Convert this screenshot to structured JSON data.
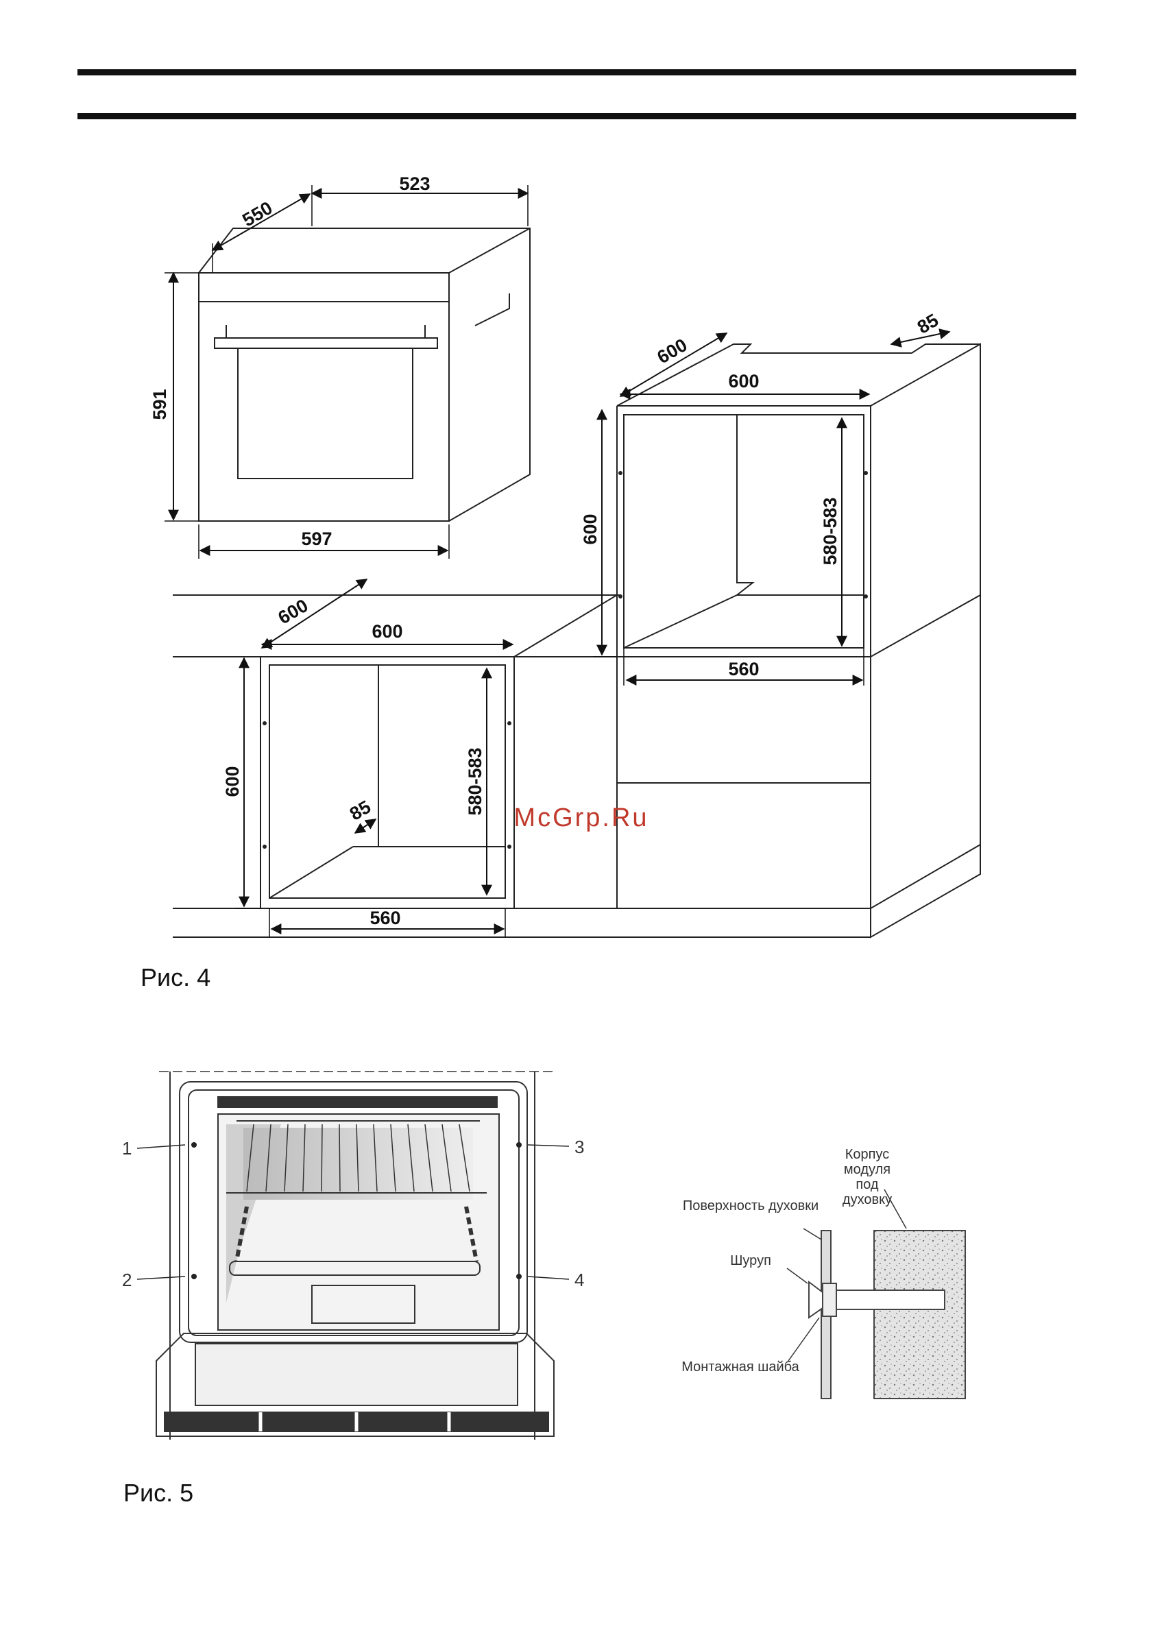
{
  "figure4": {
    "caption": "Рис. 4",
    "oven": {
      "width": "523",
      "depth": "550",
      "height": "591",
      "front_width": "597"
    },
    "column": {
      "depth": "600",
      "width": "600",
      "gap": "85",
      "height": "600",
      "niche_height": "580-583",
      "niche_width": "560"
    },
    "under_counter": {
      "depth": "600",
      "width": "600",
      "gap": "85",
      "height": "600",
      "niche_height": "580-583",
      "niche_width": "560"
    }
  },
  "watermark": "McGrp.Ru",
  "figure5": {
    "caption": "Рис. 5",
    "screw_points": [
      "1",
      "2",
      "3",
      "4"
    ],
    "detail": {
      "cabinet_body": "Корпус модуля под духовку",
      "oven_surface": "Поверхность духовки",
      "screw": "Шуруп",
      "washer": "Монтажная шайба"
    }
  }
}
